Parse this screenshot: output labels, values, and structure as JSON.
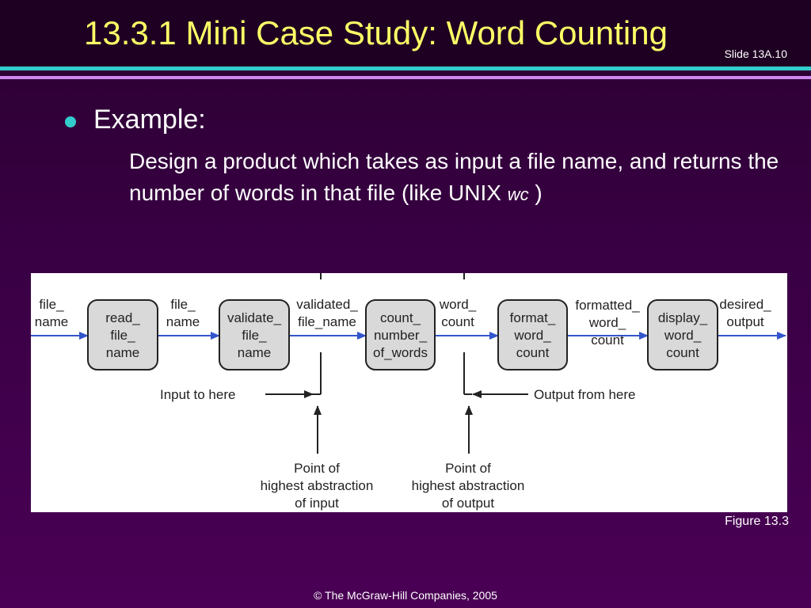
{
  "slide": {
    "title": "13.3.1  Mini Case Study: Word Counting",
    "slide_number": "Slide 13A.10",
    "bullet": "Example:",
    "description": "Design a product which takes as input a file name, and returns the number of words in that file (like UNIX ",
    "description_em": "wc",
    "description_end": " )",
    "figure_caption": "Figure 13.3",
    "copyright": "© The McGraw-Hill Companies, 2005"
  },
  "diagram": {
    "modules": [
      [
        "read_",
        "file_",
        "name"
      ],
      [
        "validate_",
        "file_",
        "name"
      ],
      [
        "count_",
        "number_",
        "of_words"
      ],
      [
        "format_",
        "word_",
        "count"
      ],
      [
        "display_",
        "word_",
        "count"
      ]
    ],
    "flows": [
      [
        "file_",
        "name"
      ],
      [
        "file_",
        "name"
      ],
      [
        "validated_",
        "file_name"
      ],
      [
        "word_",
        "count"
      ],
      [
        "formatted_",
        "word_",
        "count"
      ],
      [
        "desired_",
        "output"
      ]
    ],
    "input_marker": "Input to here",
    "output_marker": "Output from here",
    "input_abstraction": [
      "Point of",
      "highest abstraction",
      "of input"
    ],
    "output_abstraction": [
      "Point of",
      "highest abstraction",
      "of output"
    ]
  },
  "colors": {
    "title": "#ffff66",
    "accent": "#33cccc",
    "flow_arrow": "#3355cc",
    "module_fill": "#d9d9d9"
  }
}
